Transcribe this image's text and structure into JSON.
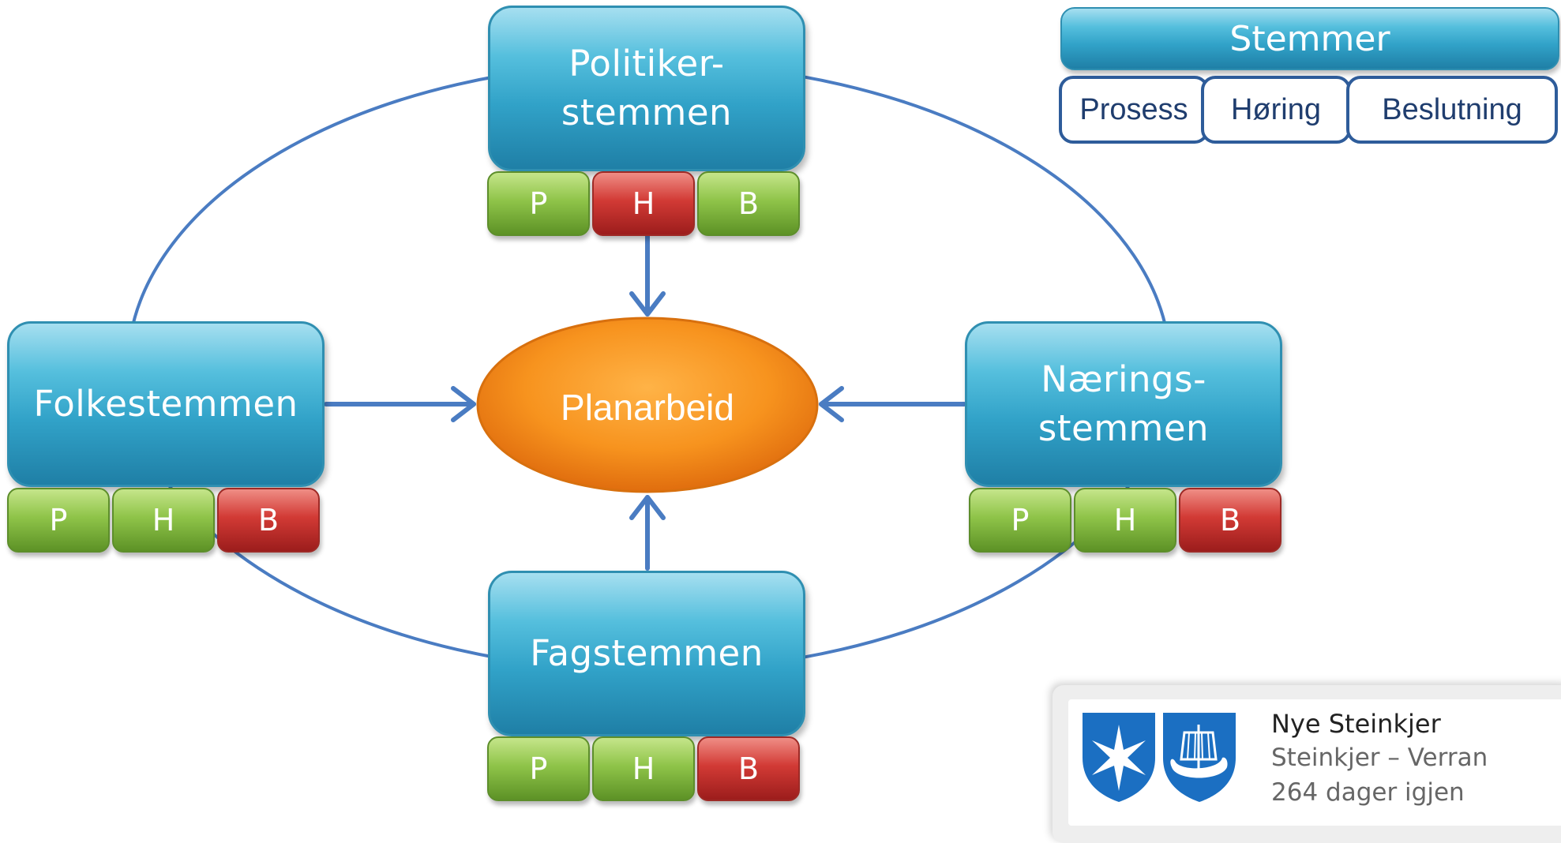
{
  "center": {
    "label": "Planarbeid",
    "color": "#f7931e"
  },
  "voices": [
    {
      "label": "Politiker-\nstemmen",
      "cells": [
        {
          "label": "P",
          "state": "green"
        },
        {
          "label": "H",
          "state": "red"
        },
        {
          "label": "B",
          "state": "green"
        }
      ]
    },
    {
      "label": "Folkestemmen",
      "cells": [
        {
          "label": "P",
          "state": "green"
        },
        {
          "label": "H",
          "state": "green"
        },
        {
          "label": "B",
          "state": "red"
        }
      ]
    },
    {
      "label": "Nærings-\nstemmen",
      "cells": [
        {
          "label": "P",
          "state": "green"
        },
        {
          "label": "H",
          "state": "green"
        },
        {
          "label": "B",
          "state": "red"
        }
      ]
    },
    {
      "label": "Fagstemmen",
      "cells": [
        {
          "label": "P",
          "state": "green"
        },
        {
          "label": "H",
          "state": "green"
        },
        {
          "label": "B",
          "state": "red"
        }
      ]
    }
  ],
  "legend": {
    "title": "Stemmer",
    "items": [
      "Prosess",
      "Høring",
      "Beslutning"
    ]
  },
  "info": {
    "title": "Nye Steinkjer",
    "subtitle": "Steinkjer – Verran",
    "countdown": "264 dager igjen"
  },
  "colors": {
    "voice_box": "#31a2c8",
    "cell_green": "#8fc449",
    "cell_red": "#d23a35",
    "connector": "#4a7cc2",
    "legend_border": "#2e5c9a",
    "crest_blue": "#1b6fc2"
  },
  "icons": [
    "star-crest-icon",
    "viking-ship-crest-icon"
  ]
}
